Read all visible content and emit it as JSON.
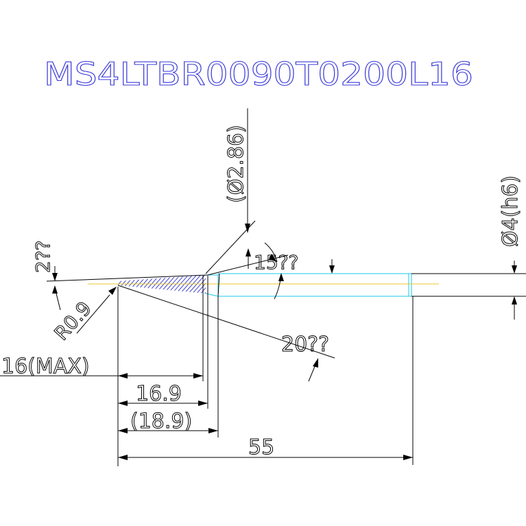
{
  "drawing": {
    "part_number": "MS4LTBR0090T0200L16",
    "colors": {
      "title": "#3a3ad8",
      "dimension": "#000000",
      "shank_outline": "#19c8e8",
      "centerline": "#e8c828",
      "hatch": "#2c2cc8"
    },
    "dimensions": {
      "neck_diameter": "(Ø2.86)",
      "shank_diameter": "Ø4(h6)",
      "taper_angle": "2??",
      "tip_radius": "R0.9",
      "chamfer_angle": "15??",
      "lower_angle": "20??",
      "effective_length": "16(MAX)",
      "neck_length": "16.9",
      "neck_length_ref": "(18.9)",
      "overall_length": "55"
    }
  }
}
